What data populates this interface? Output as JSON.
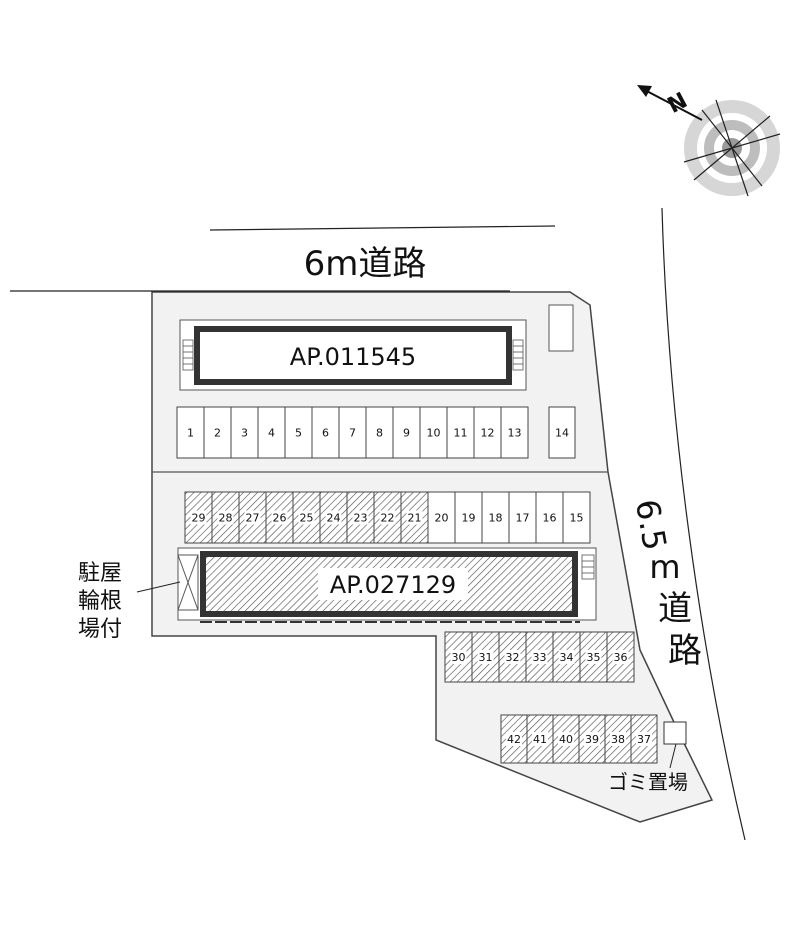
{
  "roads": {
    "north_label": "6m道路",
    "east_label_num": "6.5",
    "east_label_unit": "m",
    "east_label_chars": [
      "道",
      "路"
    ]
  },
  "buildings": [
    {
      "label": "AP.011545",
      "hatched": false
    },
    {
      "label": "AP.027129",
      "hatched": true
    }
  ],
  "parking": {
    "row1": [
      "1",
      "2",
      "3",
      "4",
      "5",
      "6",
      "7",
      "8",
      "9",
      "10",
      "11",
      "12",
      "13"
    ],
    "row1_extra": "14",
    "row2": [
      "29",
      "28",
      "27",
      "26",
      "25",
      "24",
      "23",
      "22",
      "21",
      "20",
      "19",
      "18",
      "17",
      "16",
      "15"
    ],
    "row2_hatched": [
      "29",
      "28",
      "27",
      "26",
      "25",
      "24",
      "23",
      "22",
      "21"
    ],
    "row3": [
      "30",
      "31",
      "32",
      "33",
      "34",
      "35",
      "36"
    ],
    "row4": [
      "42",
      "41",
      "40",
      "39",
      "38",
      "37"
    ]
  },
  "annotations": {
    "bike_parking_lines": [
      "駐屋",
      "輪根",
      "場付"
    ],
    "garbage": "ゴミ置場"
  },
  "compass": {
    "north_letter": "N"
  },
  "colors": {
    "building_border": "#333333",
    "hatch": "#555555",
    "line": "#222222",
    "lot": "#f2f2f2"
  }
}
